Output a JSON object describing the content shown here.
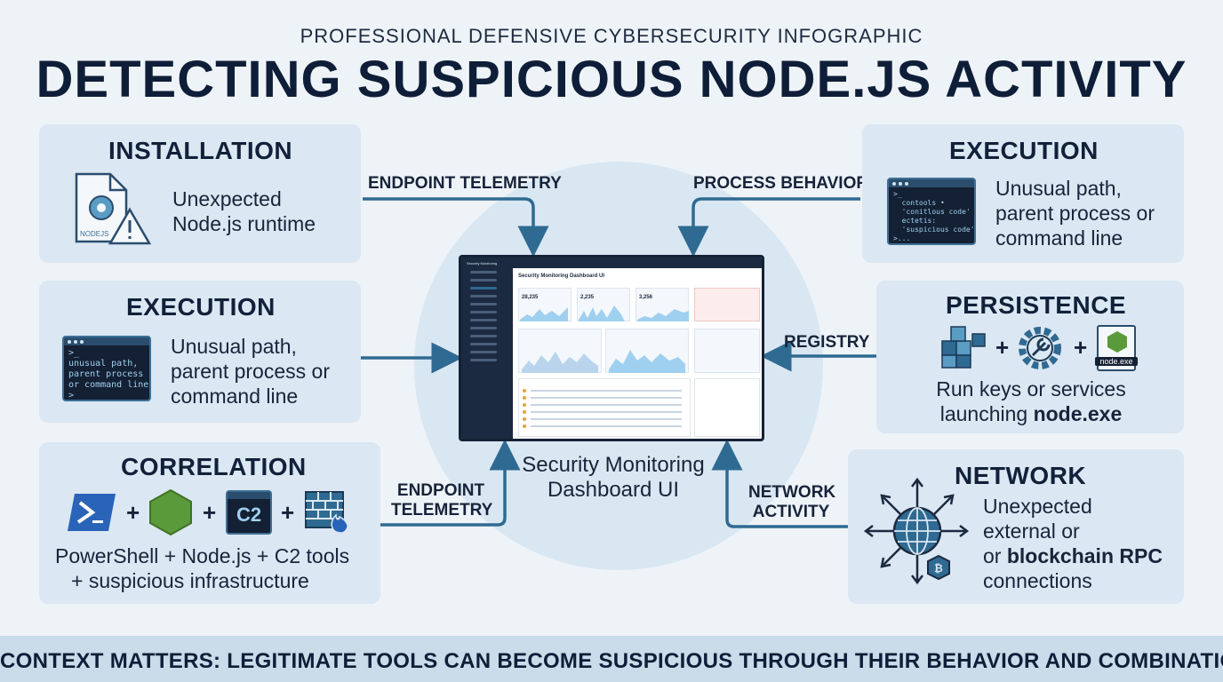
{
  "header": {
    "subtitle": "PROFESSIONAL DEFENSIVE CYBERSECURITY INFOGRAPHIC",
    "title": "DETECTING SUSPICIOUS NODE.JS ACTIVITY"
  },
  "cards": {
    "installation": {
      "title": "INSTALLATION",
      "line1": "Unexpected",
      "line2": "Node.js runtime",
      "file_label": "NODEJS"
    },
    "execution_left": {
      "title": "EXECUTION",
      "line1": "Unusual path,",
      "line2": "parent process or",
      "line3": "command line",
      "term_lines": ">_\nunusual path,\nparent process\nor command line\n>"
    },
    "correlation": {
      "title": "CORRELATION",
      "plus": "+",
      "c2_label": "C2",
      "line1": "PowerShell + Node.js + C2 tools",
      "line2": "+ suspicious infrastructure"
    },
    "execution_right": {
      "title": "EXECUTION",
      "line1": "Unusual path,",
      "line2": "parent process or",
      "line3": "command line",
      "term_lines": ">_\n  contools •\n  'conitlous code'\n  ectetis:\n  'suspicious code'\n>..."
    },
    "persistence": {
      "title": "PERSISTENCE",
      "plus": "+",
      "file_label": "node.exe",
      "line1": "Run keys or services",
      "line2_prefix": "launching ",
      "line2_bold": "node.exe"
    },
    "network": {
      "title": "NETWORK",
      "line1": "Unexpected",
      "line2": "external or",
      "line3_prefix": "or ",
      "line3_bold": "blockchain RPC",
      "line4": "connections"
    }
  },
  "flows": {
    "endpoint_top": "ENDPOINT TELEMETRY",
    "process_behavior": "PROCESS BEHAVIOR",
    "registry": "REGISTRY",
    "endpoint_bottom_1": "ENDPOINT",
    "endpoint_bottom_2": "TELEMETRY",
    "network_1": "NETWORK",
    "network_2": "ACTIVITY"
  },
  "dashboard": {
    "heading": "Security Monitoring Dashboard UI",
    "app_name": "Security Monitoring",
    "kpi1": "28,235",
    "kpi2": "2,235",
    "kpi3": "3,256",
    "caption_line1": "Security Monitoring",
    "caption_line2": "Dashboard UI"
  },
  "footer": {
    "text": "CONTEXT MATTERS: LEGITIMATE TOOLS CAN BECOME SUSPICIOUS THROUGH THEIR BEHAVIOR AND COMBINATIONS."
  },
  "colors": {
    "accent": "#2f6a92",
    "arrow": "#2f6a92",
    "card_bg": "#dbe7f2",
    "node_green": "#5b9a3a",
    "warning": "#e8a23a"
  }
}
